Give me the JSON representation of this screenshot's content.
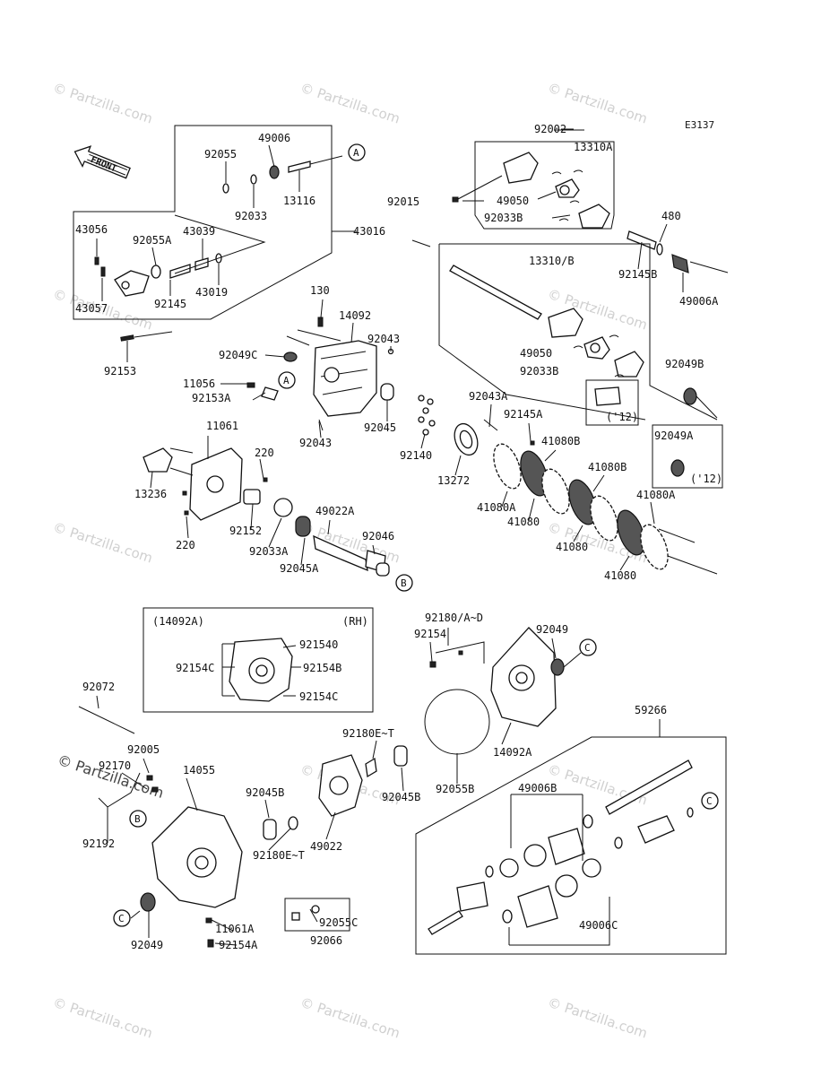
{
  "figure_code": "E3137",
  "front_label": "FRONT",
  "watermark": "© Partzilla.com",
  "callouts": {
    "a": "A",
    "b": "B",
    "c": "C"
  },
  "labels": {
    "p92002": "92002",
    "p13310A": "13310A",
    "p92015": "92015",
    "p49050_top": "49050",
    "p92033B_top": "92033B",
    "p480": "480",
    "p92145B": "92145B",
    "p49006A": "49006A",
    "p13310B": "13310/B",
    "p49050_mid": "49050",
    "p92033B_mid": "92033B",
    "p92049B": "92049B",
    "p12a": "('12)",
    "p92049A": "92049A",
    "p12b": "('12)",
    "p92055": "92055",
    "p49006": "49006",
    "p92033": "92033",
    "p13116": "13116",
    "p43016": "43016",
    "p43056": "43056",
    "p92055A": "92055A",
    "p43039": "43039",
    "p43019": "43019",
    "p92145": "92145",
    "p43057": "43057",
    "p92153": "92153",
    "p130": "130",
    "p14092": "14092",
    "p92049C": "92049C",
    "p92043_a": "92043",
    "p11056": "11056",
    "p92153A": "92153A",
    "p92043_b": "92043",
    "p92045": "92045",
    "p92140": "92140",
    "p92043A": "92043A",
    "p92145A": "92145A",
    "p13272": "13272",
    "p41080B_1": "41080B",
    "p41080B_2": "41080B",
    "p41080A_1": "41080A",
    "p41080_1": "41080",
    "p41080_2": "41080",
    "p41080A_2": "41080A",
    "p41080_3": "41080",
    "p11061": "11061",
    "p220_a": "220",
    "p13236": "13236",
    "p92152": "92152",
    "p220_b": "220",
    "p92033A": "92033A",
    "p49022A": "49022A",
    "p92046": "92046",
    "p92045A": "92045A",
    "inset_title": "(14092A)",
    "inset_side": "(RH)",
    "p921540_a": "921540",
    "p92154C_left": "92154C",
    "p92154B": "92154B",
    "p921540_b": "92154C",
    "p92180AD": "92180/A~D",
    "p92154": "92154",
    "p92049_top": "92049",
    "p14092A": "14092A",
    "p92072": "92072",
    "p92005": "92005",
    "p92170": "92170",
    "p14055": "14055",
    "p92192": "92192",
    "p92045B_a": "92045B",
    "p92180ET_a": "92180E~T",
    "p92180ET_b": "92180E~T",
    "p49022": "49022",
    "p92045B_b": "92045B",
    "p92055B": "92055B",
    "p92055C": "92055C",
    "p92066": "92066",
    "p11061A": "11061A",
    "p92154A": "92154A",
    "p92049_bot": "92049",
    "p59266": "59266",
    "p49006B": "49006B",
    "p49006C": "49006C"
  }
}
